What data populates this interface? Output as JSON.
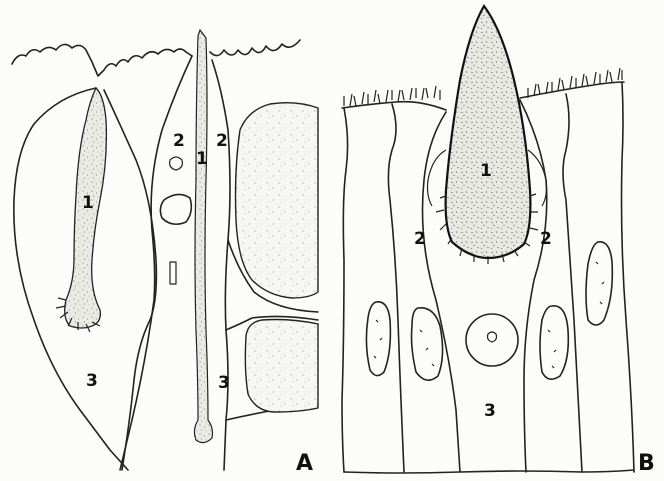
{
  "panels": [
    {
      "panel_label": "A",
      "part_labels": [
        "1",
        "1",
        "2",
        "2",
        "3",
        "3"
      ]
    },
    {
      "panel_label": "B",
      "part_labels": [
        "1",
        "2",
        "2",
        "3"
      ]
    }
  ]
}
